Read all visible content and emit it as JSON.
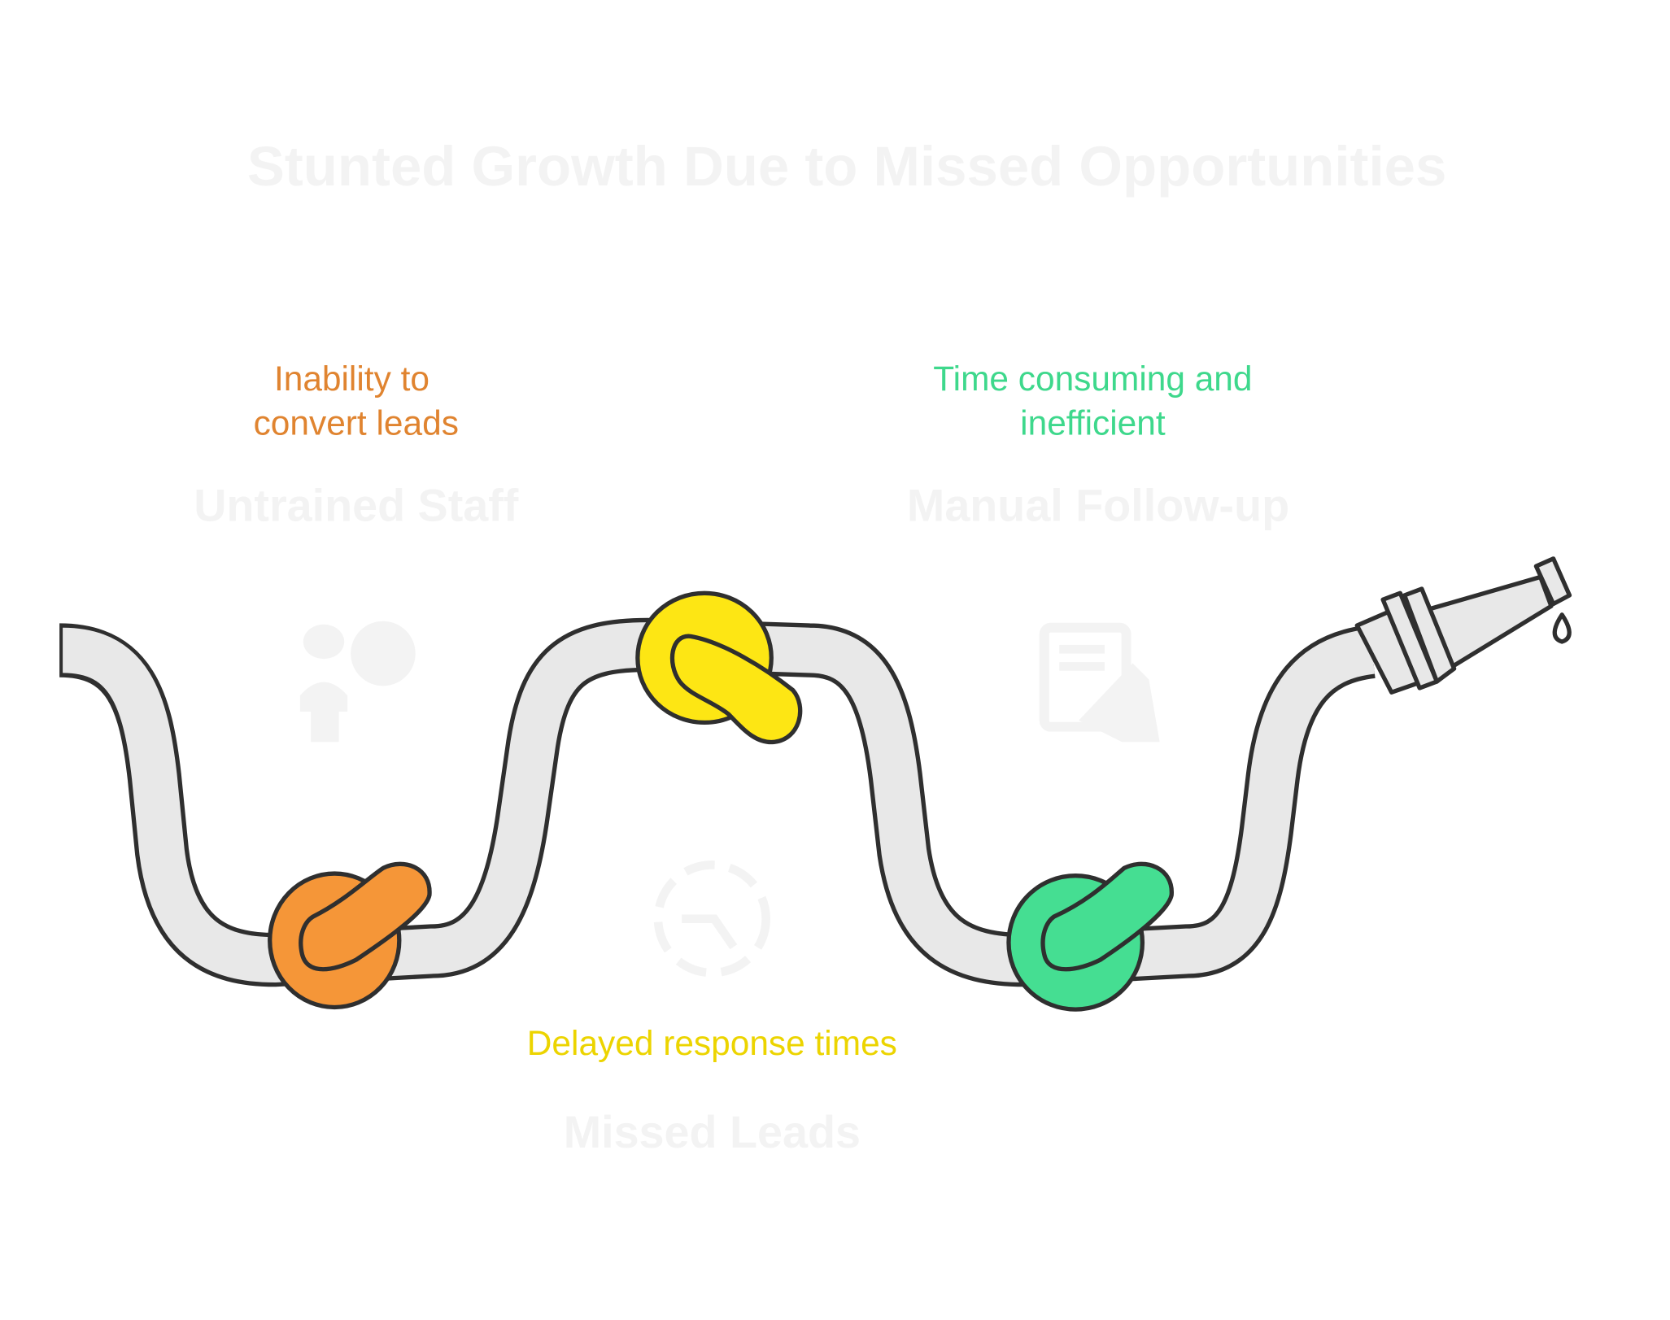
{
  "title": "Stunted Growth Due to Missed Opportunities",
  "items": [
    {
      "heading": "Untrained Staff",
      "description_lines": [
        "Inability to",
        "convert leads"
      ],
      "color": "#f59638",
      "text_color": "#e08430",
      "icon": "person-question-icon"
    },
    {
      "heading": "Missed Leads",
      "description_lines": [
        "Delayed response times"
      ],
      "color": "#fde614",
      "text_color": "#ecd400",
      "icon": "dashed-clock-icon"
    },
    {
      "heading": "Manual Follow-up",
      "description_lines": [
        "Time consuming and",
        "inefficient"
      ],
      "color": "#45de92",
      "text_color": "#3ed88c",
      "icon": "form-writing-icon"
    }
  ],
  "colors": {
    "hose": "#e8e8e8",
    "outline": "#2f2f2f",
    "faded": "#f3f3f3"
  }
}
